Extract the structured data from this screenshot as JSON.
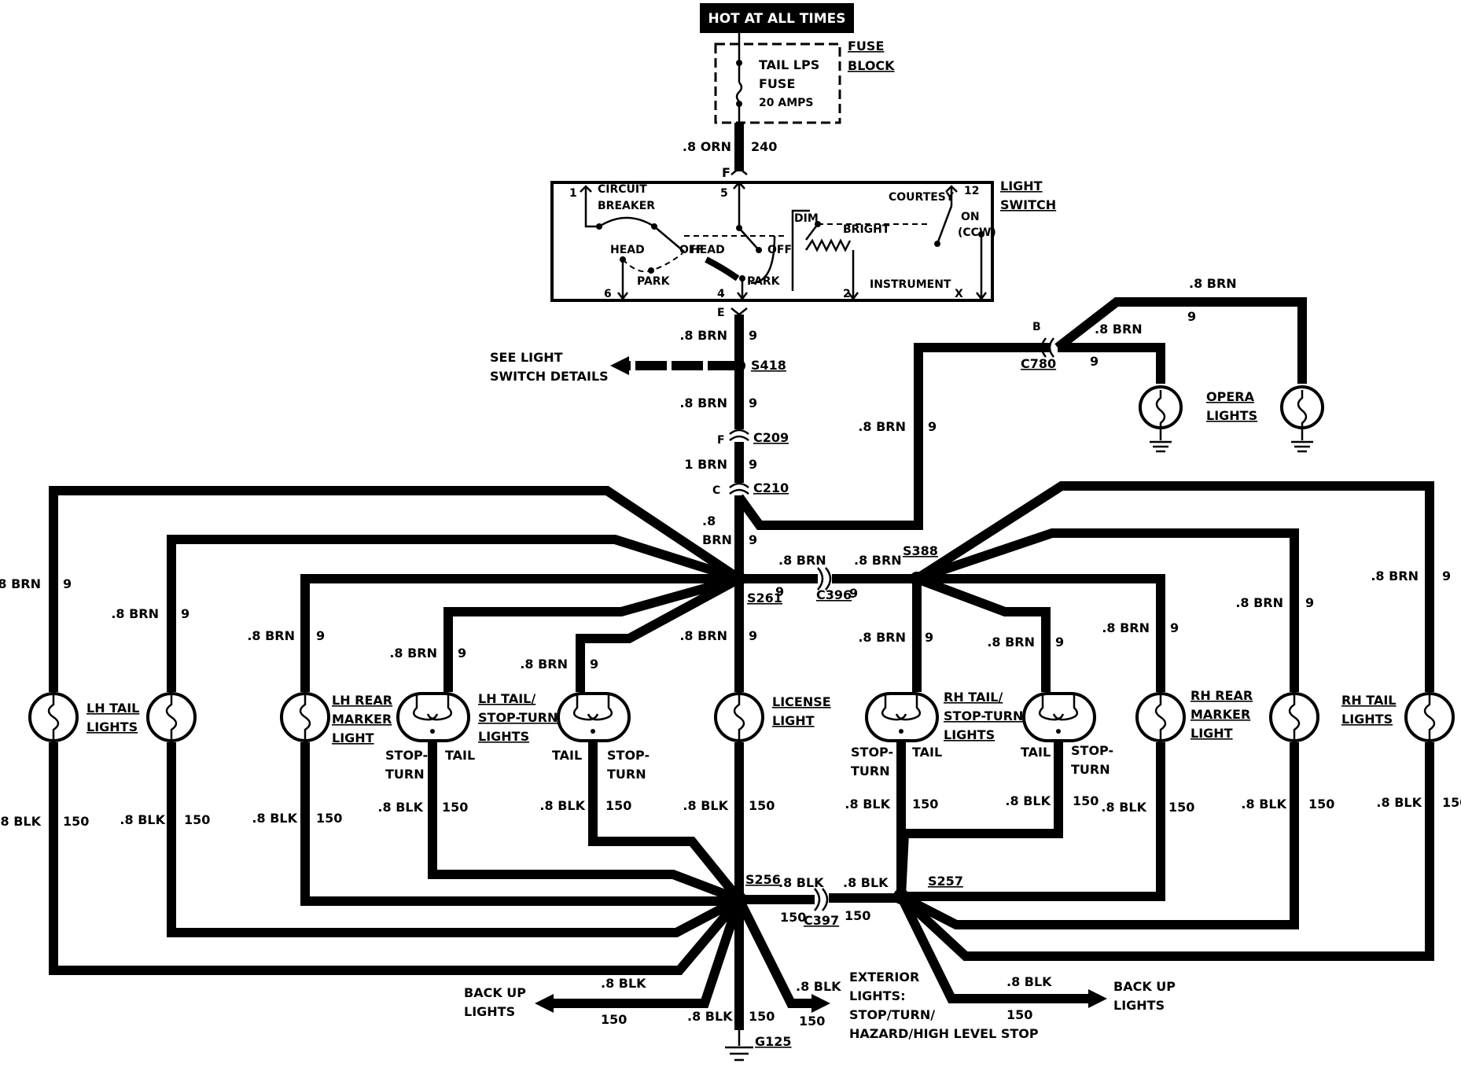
{
  "banner": "HOT AT ALL TIMES",
  "fuse_block": {
    "label": [
      "FUSE",
      "BLOCK"
    ],
    "fuse_name": [
      "TAIL LPS",
      "FUSE"
    ],
    "rating": "20 AMPS"
  },
  "feed_wire": {
    "gauge_color": ".8 ORN",
    "circuit": "240",
    "terminal": "F"
  },
  "light_switch": {
    "label": [
      "LIGHT",
      "SWITCH"
    ],
    "pins": [
      "1",
      "5",
      "12",
      "6",
      "4",
      "2",
      "X"
    ],
    "circuit_breaker": [
      "CIRCUIT",
      "BREAKER"
    ],
    "courtesy": "COURTESY",
    "dim": "DIM",
    "bright": "BRIGHT",
    "on_ccw": [
      "ON",
      "(CCW)"
    ],
    "head_left": "HEAD",
    "off_left": "OFF",
    "park_left": "PARK",
    "head_mid": "HEAD",
    "off_mid": "OFF",
    "park_mid": "PARK",
    "instrument": "INSTRUMENT",
    "out_terminal": "E"
  },
  "splices": {
    "s418": "S418",
    "s261": "S261",
    "s388": "S388",
    "s256": "S256",
    "s257": "S257"
  },
  "connectors": {
    "c209": {
      "name": "C209",
      "pin": "F"
    },
    "c210": {
      "name": "C210",
      "pin": "C"
    },
    "c396": "C396",
    "c397": "C397",
    "c780": {
      "name": "C780",
      "pin": "B"
    }
  },
  "see_details": [
    "SEE LIGHT",
    "SWITCH DETAILS"
  ],
  "wires": {
    "brn8": ".8 BRN",
    "brn1": "1 BRN",
    "brn_split": [
      ".8",
      "BRN"
    ],
    "blk8": ".8 BLK",
    "c9": "9",
    "c150": "150"
  },
  "lamps": {
    "lh_tail": [
      "LH TAIL",
      "LIGHTS"
    ],
    "lh_rear_marker": [
      "LH REAR",
      "MARKER",
      "LIGHT"
    ],
    "lh_tail_stop": [
      "LH TAIL/",
      "STOP-TURN",
      "LIGHTS"
    ],
    "license": [
      "LICENSE",
      "LIGHT"
    ],
    "rh_tail_stop": [
      "RH TAIL/",
      "STOP-TURN",
      "LIGHTS"
    ],
    "rh_rear_marker": [
      "RH REAR",
      "MARKER",
      "LIGHT"
    ],
    "rh_tail": [
      "RH TAIL",
      "LIGHTS"
    ],
    "opera": [
      "OPERA",
      "LIGHTS"
    ],
    "stop": "STOP-",
    "turn": "TURN",
    "tail": "TAIL"
  },
  "ground": "G125",
  "back_up_left": [
    "BACK UP",
    "LIGHTS"
  ],
  "back_up_right": [
    "BACK UP",
    "LIGHTS"
  ],
  "exterior": [
    "EXTERIOR",
    "LIGHTS:",
    "STOP/TURN/",
    "HAZARD/HIGH LEVEL STOP"
  ]
}
